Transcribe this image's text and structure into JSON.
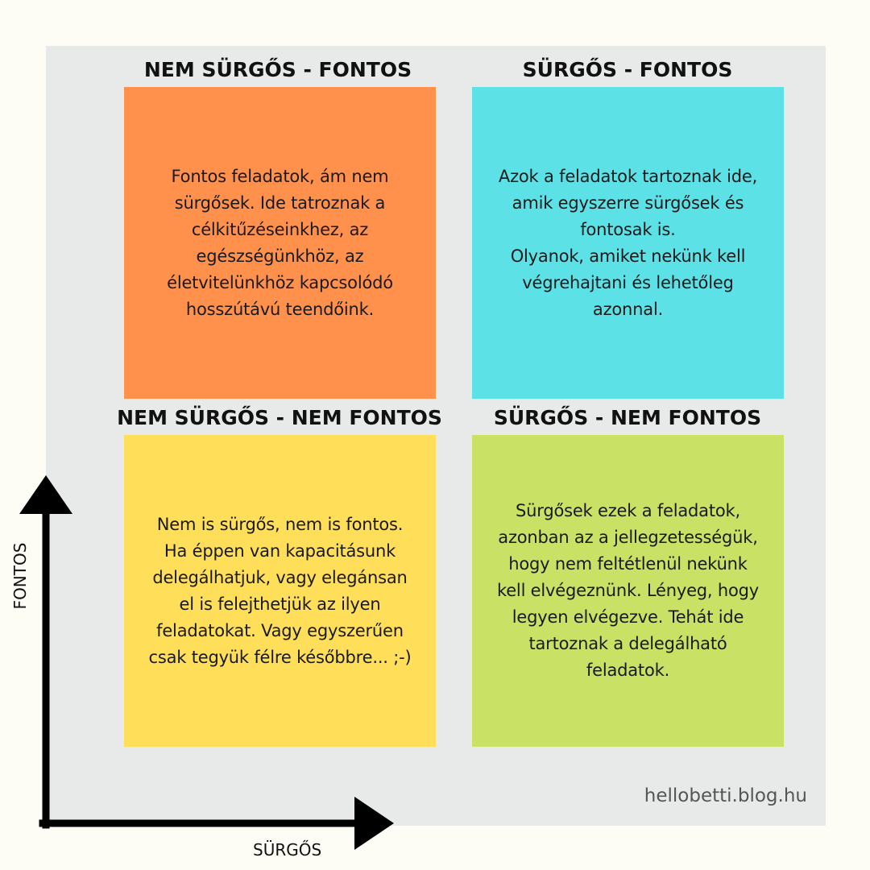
{
  "quadrants": [
    {
      "heading": "NEM SÜRGŐS - FONTOS",
      "text": "Fontos feladatok, ám nem\nsürgősek. Ide tatroznak a\ncélkitűzéseinkhez, az\negészségünkhöz, az\néletvitelünkhöz kapcsolódó\nhosszútávú teendőink.",
      "color": "#ff914d"
    },
    {
      "heading": "SÜRGŐS - FONTOS",
      "text": "Azok a feladatok tartoznak ide,\namik egyszerre sürgősek és\nfontosak is.\nOlyanok, amiket nekünk kell\nvégrehajtani és lehetőleg\nazonnal.",
      "color": "#5ce1e6"
    },
    {
      "heading": "NEM SÜRGŐS - NEM FONTOS",
      "text": "Nem is sürgős, nem is fontos.\nHa éppen van kapacitásunk\ndelegálhatjuk, vagy elegánsan\nel is felejthetjük az ilyen\nfeladatokat. Vagy egyszerűen\ncsak tegyük félre későbbre... ;-)",
      "color": "#ffde59"
    },
    {
      "heading": "SÜRGŐS - NEM FONTOS",
      "text": "Sürgősek ezek a feladatok,\nazonban az a jellegzetességük,\nhogy nem feltétlenül nekünk\nkell elvégeznünk. Lényeg, hogy\nlegyen elvégezve. Tehát ide\ntartoznak a delegálható\nfeladatok.",
      "color": "#c9e265"
    }
  ],
  "axes": {
    "y_label": "FONTOS",
    "x_label": "SÜRGŐS"
  },
  "watermark": "hellobetti.blog.hu",
  "colors": {
    "background": "#fdfdf6",
    "panel": "#e8eaea",
    "axis": "#000000"
  }
}
